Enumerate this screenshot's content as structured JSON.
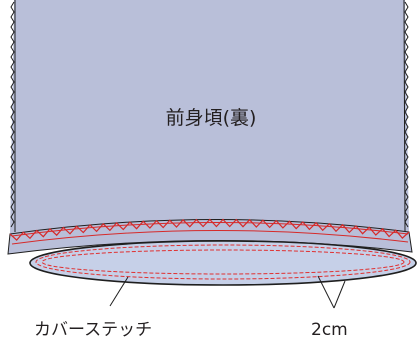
{
  "diagram": {
    "panel_label": "前身頃(裏)",
    "label_cover_stitch": "カバーステッチ",
    "label_hem_width": "2cm"
  },
  "colors": {
    "fabric": "#b9bfd9",
    "hem_inner": "#c6d0e8",
    "outline": "#1f1f1f",
    "serger": "#d62a2a",
    "stitch": "#e03030",
    "text": "#231f20"
  }
}
